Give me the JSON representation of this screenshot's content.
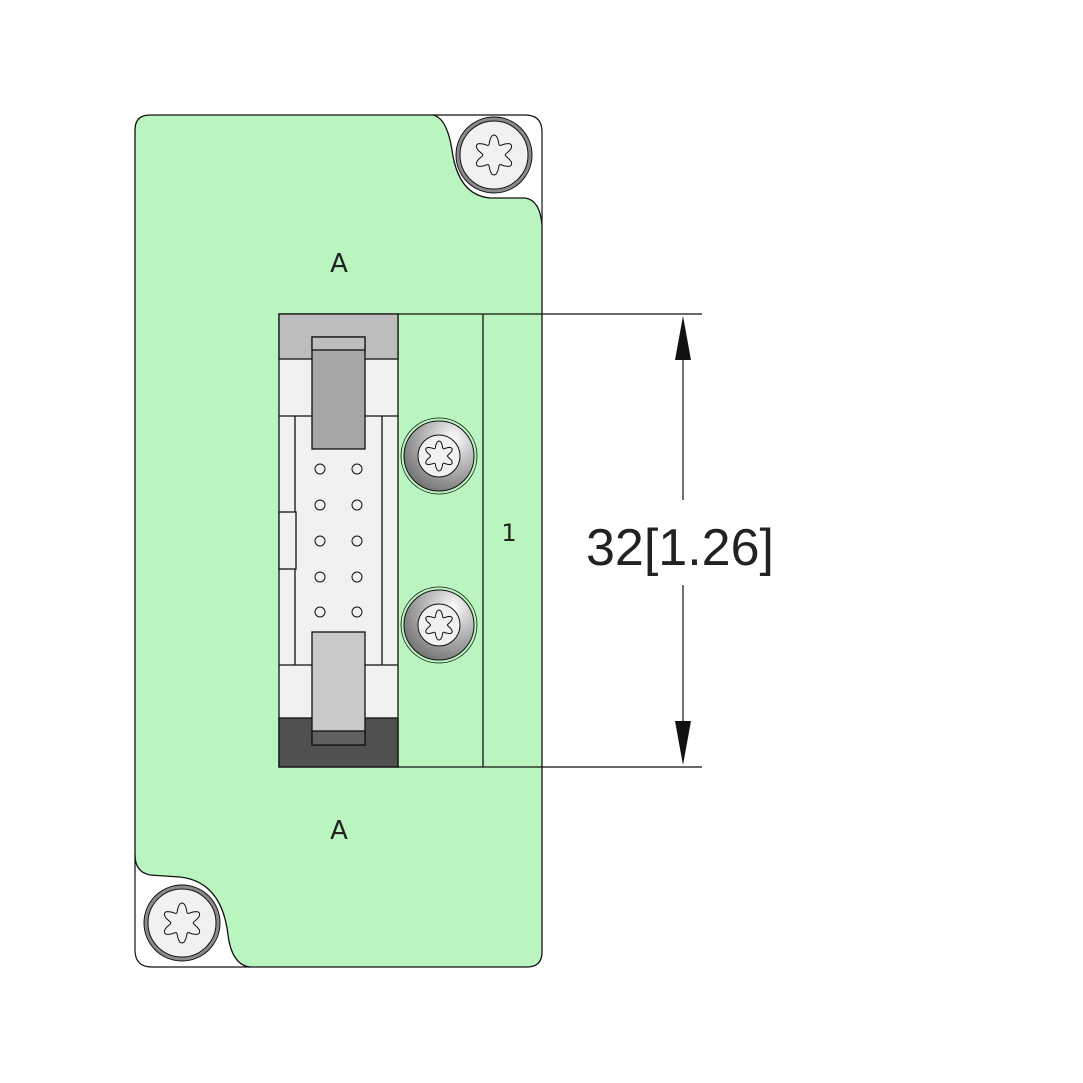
{
  "drawing": {
    "panel_label_top": "A",
    "panel_label_bottom": "A",
    "connector_label": "1",
    "dimension_text": "32[1.26]"
  },
  "colors": {
    "panel": "#baf5c0",
    "outline": "#111111",
    "connector_body": "#f1f1f1",
    "connector_top": "#bdbdbd",
    "connector_bottom": "#505050"
  },
  "icons": [
    "torx-screw-icon"
  ]
}
